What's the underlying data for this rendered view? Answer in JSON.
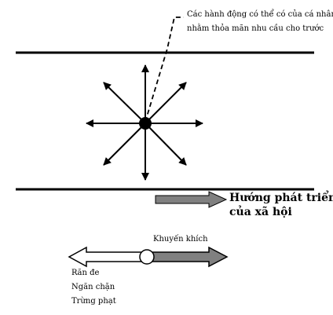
{
  "annotation": {
    "line1": "Các hành động có thể có của cá nhân",
    "line2": "nhằm thỏa mãn nhu cầu cho trước"
  },
  "social_direction": {
    "line1": "Hướng phát triển",
    "line2": "của xã hội"
  },
  "encourage_label": "Khuyến khích",
  "deterrence_labels": [
    "Răn đe",
    "Ngăn chặn",
    "Trừng phạt"
  ],
  "colors": {
    "ink": "#000000",
    "arrow_fill_gray": "#808080",
    "arrow_fill_white": "#ffffff"
  },
  "icons": {
    "center_point": "filled-circle",
    "pivot": "hollow-circle"
  }
}
